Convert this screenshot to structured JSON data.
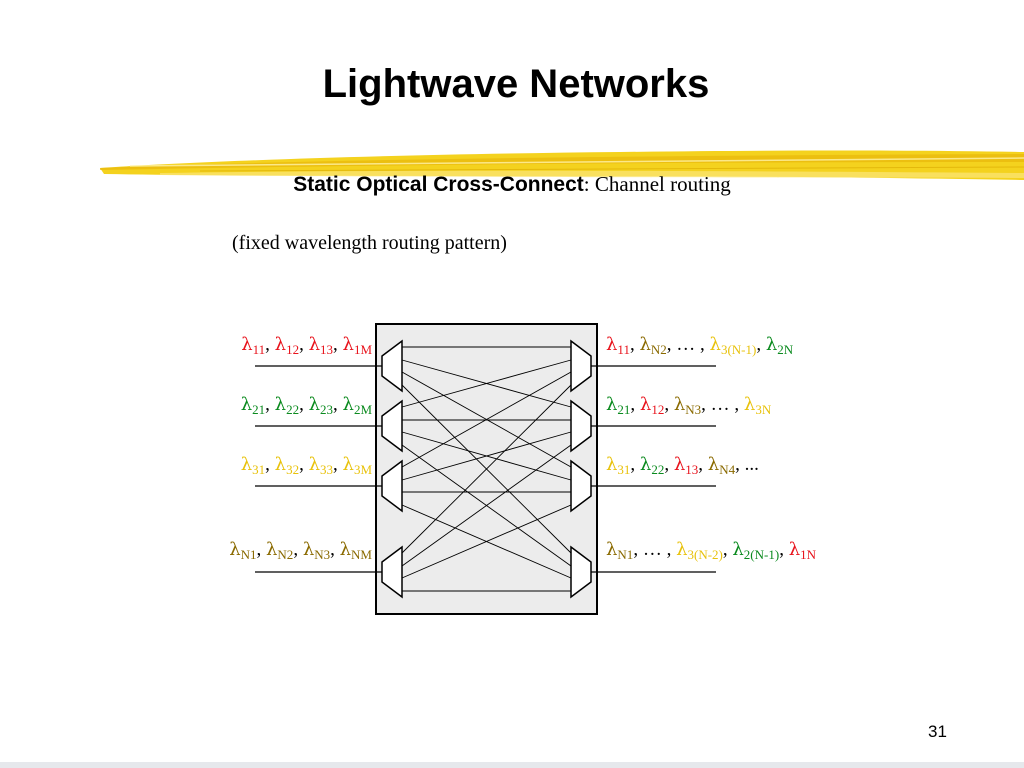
{
  "slide": {
    "title": "Lightwave Networks",
    "subtitle_bold": "Static Optical Cross-Connect",
    "subtitle_rest": ":  Channel routing",
    "note": "(fixed wavelength routing pattern)",
    "page_number": "31"
  },
  "colors": {
    "c1": "#e8131c",
    "c2": "#0a8a1e",
    "c3": "#e8c20c",
    "cN": "#8a6a00",
    "highlight": "#f4d21e",
    "box_fill": "#ececec"
  },
  "diagram": {
    "symbol": "λ",
    "inputs": [
      {
        "terms": [
          {
            "sub": "11",
            "c": "c1"
          },
          {
            "sub": "12",
            "c": "c1"
          },
          {
            "sub": "13",
            "c": "c1"
          },
          {
            "sub": "1M",
            "c": "c1"
          }
        ]
      },
      {
        "terms": [
          {
            "sub": "21",
            "c": "c2"
          },
          {
            "sub": "22",
            "c": "c2"
          },
          {
            "sub": "23",
            "c": "c2"
          },
          {
            "sub": "2M",
            "c": "c2"
          }
        ]
      },
      {
        "terms": [
          {
            "sub": "31",
            "c": "c3"
          },
          {
            "sub": "32",
            "c": "c3"
          },
          {
            "sub": "33",
            "c": "c3"
          },
          {
            "sub": "3M",
            "c": "c3"
          }
        ]
      },
      {
        "terms": [
          {
            "sub": "N1",
            "c": "cN"
          },
          {
            "sub": "N2",
            "c": "cN"
          },
          {
            "sub": "N3",
            "c": "cN"
          },
          {
            "sub": "NM",
            "c": "cN"
          }
        ]
      }
    ],
    "outputs": [
      {
        "terms": [
          {
            "sub": "11",
            "c": "c1"
          },
          {
            "sub": "N2",
            "c": "cN"
          },
          {
            "ellipsis": true
          },
          {
            "sub": "3(N-1)",
            "c": "c3"
          },
          {
            "sub": "2N",
            "c": "c2",
            "last": true
          }
        ]
      },
      {
        "terms": [
          {
            "sub": "21",
            "c": "c2"
          },
          {
            "sub": "12",
            "c": "c1"
          },
          {
            "sub": "N3",
            "c": "cN"
          },
          {
            "ellipsis": true
          },
          {
            "sub": "3N",
            "c": "c3",
            "last": true
          }
        ]
      },
      {
        "terms": [
          {
            "sub": "31",
            "c": "c3"
          },
          {
            "sub": "22",
            "c": "c2"
          },
          {
            "sub": "13",
            "c": "c1"
          },
          {
            "sub": "N4",
            "c": "cN"
          },
          {
            "tail": "..."
          }
        ]
      },
      {
        "terms": [
          {
            "sub": "N1",
            "c": "cN"
          },
          {
            "ellipsis": true
          },
          {
            "sub": "3(N-2)",
            "c": "c3"
          },
          {
            "sub": "2(N-1)",
            "c": "c2"
          },
          {
            "sub": "1N",
            "c": "c1",
            "last": true
          }
        ]
      }
    ]
  }
}
